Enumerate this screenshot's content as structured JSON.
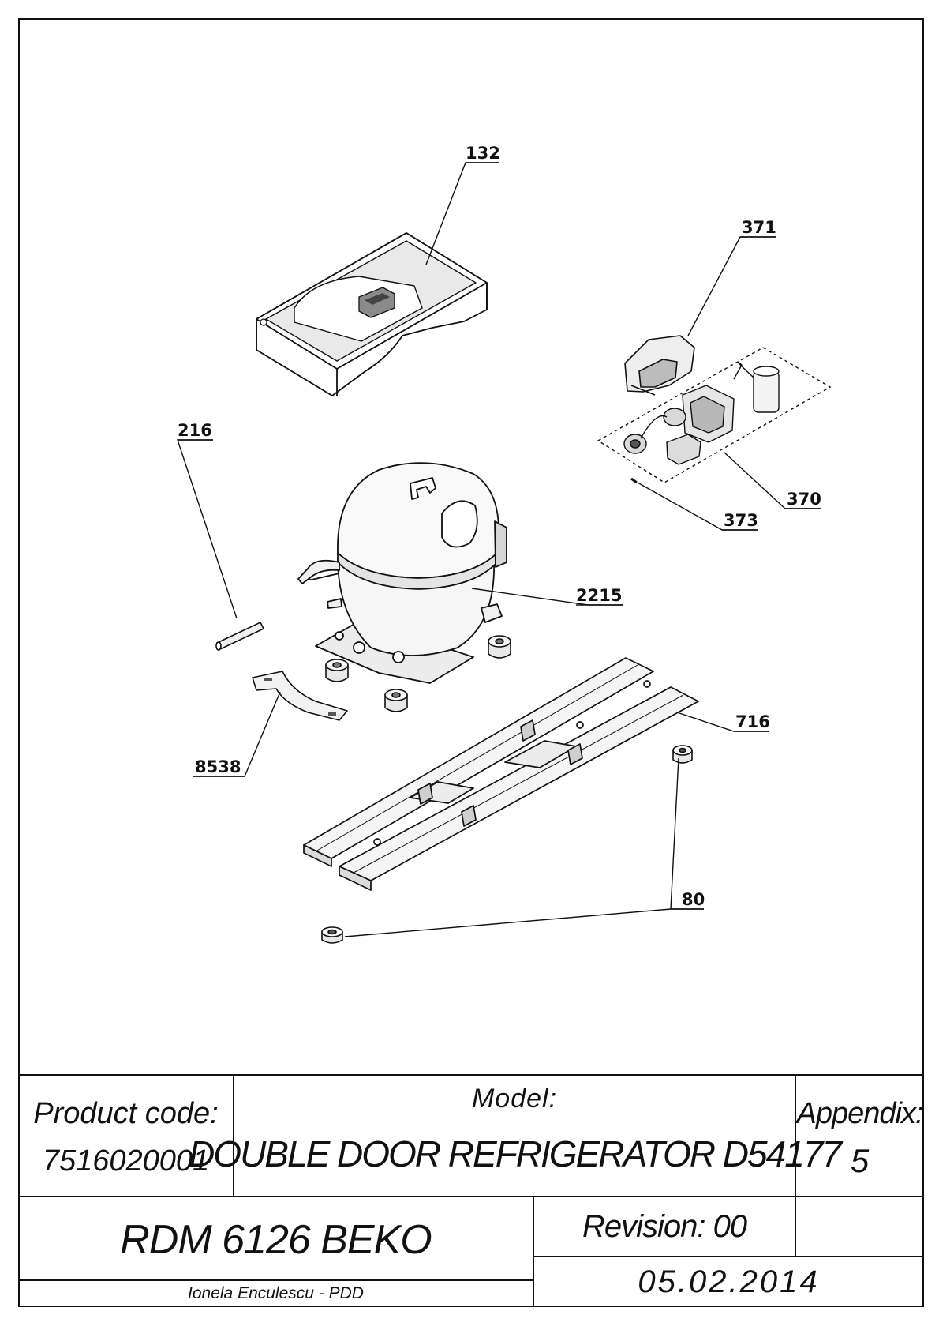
{
  "drawing": {
    "parts": [
      {
        "id": "part-132",
        "label": "132"
      },
      {
        "id": "part-371",
        "label": "371"
      },
      {
        "id": "part-216",
        "label": "216"
      },
      {
        "id": "part-370",
        "label": "370"
      },
      {
        "id": "part-373",
        "label": "373"
      },
      {
        "id": "part-2215",
        "label": "2215"
      },
      {
        "id": "part-716",
        "label": "716"
      },
      {
        "id": "part-8538",
        "label": "8538"
      },
      {
        "id": "part-80",
        "label": "80"
      }
    ]
  },
  "title_block": {
    "product_code_label": "Product code:",
    "product_code_value": "7516020001",
    "model_label": "Model:",
    "model_value": "DOUBLE DOOR REFRIGERATOR D54177",
    "appendix_label": "Appendix:",
    "appendix_value": "5",
    "model_name": "RDM 6126 BEKO",
    "revision": "Revision: 00",
    "author": "Ionela Enculescu - PDD",
    "date": "05.02.2014"
  }
}
